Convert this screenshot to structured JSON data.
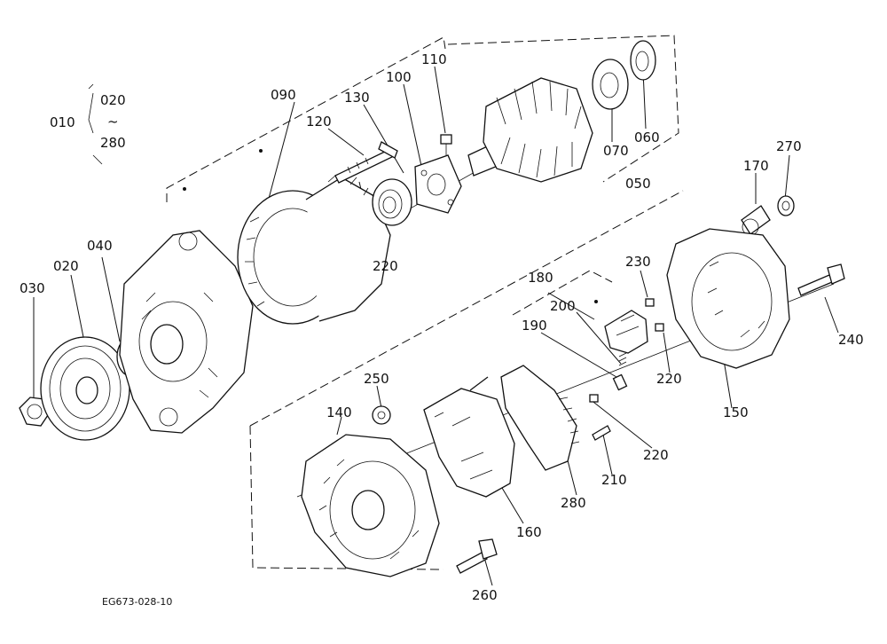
{
  "diagram": {
    "code": "EG673-028-10",
    "range": {
      "label": "010",
      "from": "020",
      "sep": "~",
      "to": "280"
    },
    "labels": [
      "090",
      "120",
      "130",
      "100",
      "110",
      "070",
      "060",
      "050",
      "220",
      "040",
      "020",
      "030",
      "170",
      "270",
      "230",
      "180",
      "200",
      "190",
      "240",
      "150",
      "250",
      "140",
      "160",
      "280",
      "210",
      "260"
    ]
  }
}
